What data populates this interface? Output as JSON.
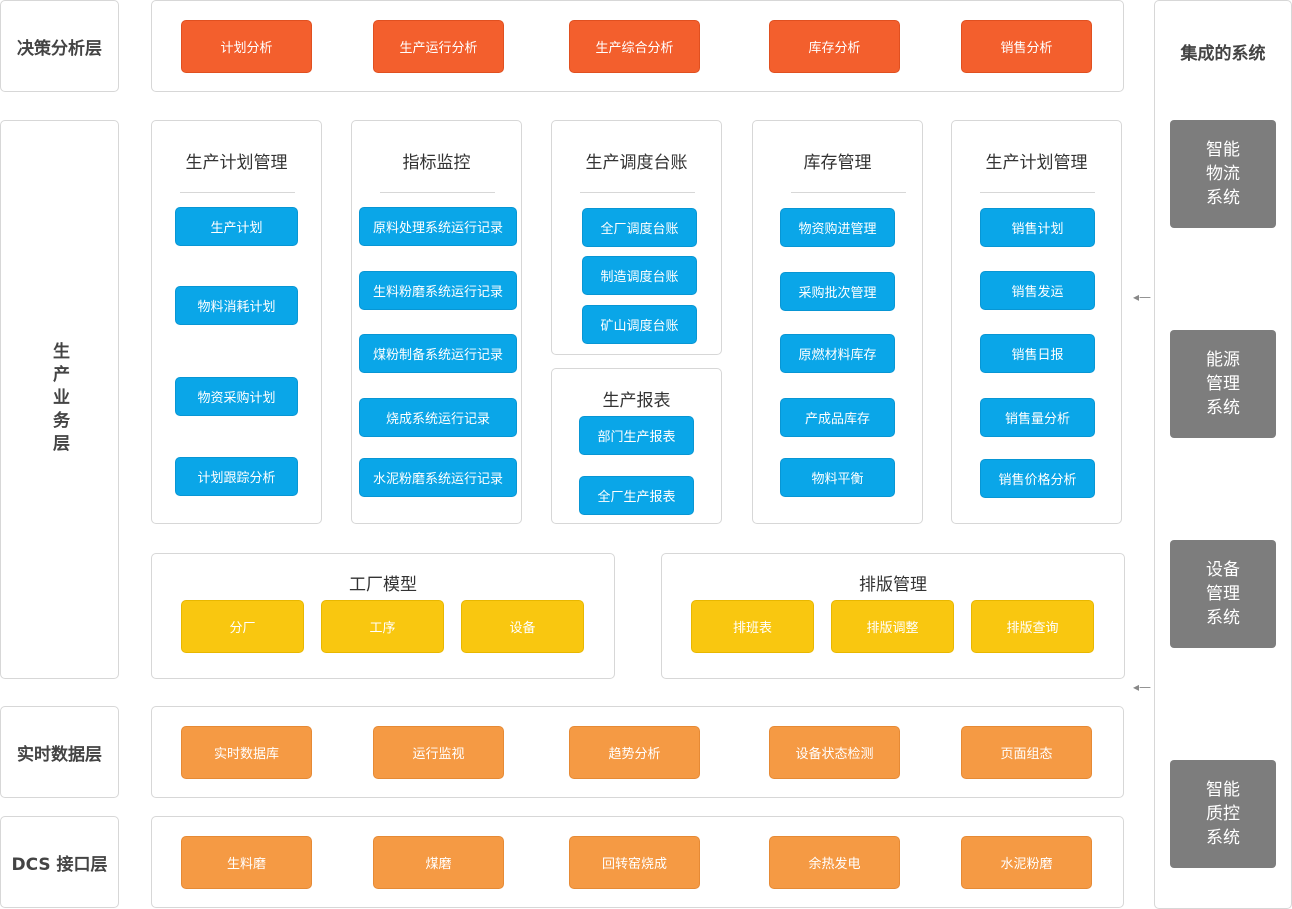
{
  "layers": {
    "decision": "决策分析层",
    "business": "生产业务层",
    "realtime": "实时数据层",
    "dcs": "DCS 接口层"
  },
  "decision_items": [
    "计划分析",
    "生产运行分析",
    "生产综合分析",
    "库存分析",
    "销售分析"
  ],
  "cards": [
    {
      "title": "生产计划管理",
      "items": [
        "生产计划",
        "物料消耗计划",
        "物资采购计划",
        "计划跟踪分析"
      ]
    },
    {
      "title": "指标监控",
      "items": [
        "原料处理系统运行记录",
        "生料粉磨系统运行记录",
        "煤粉制备系统运行记录",
        "烧成系统运行记录",
        "水泥粉磨系统运行记录"
      ]
    },
    {
      "title": "生产调度台账",
      "items": [
        "全厂调度台账",
        "制造调度台账",
        "矿山调度台账"
      ]
    },
    {
      "title": "生产报表",
      "items": [
        "部门生产报表",
        "全厂生产报表"
      ]
    },
    {
      "title": "库存管理",
      "items": [
        "物资购进管理",
        "采购批次管理",
        "原燃材料库存",
        "产成品库存",
        "物料平衡"
      ]
    },
    {
      "title": "生产计划管理",
      "items": [
        "销售计划",
        "销售发运",
        "销售日报",
        "销售量分析",
        "销售价格分析"
      ]
    }
  ],
  "factory": {
    "title": "工厂模型",
    "items": [
      "分厂",
      "工序",
      "设备"
    ]
  },
  "schedule": {
    "title": "排版管理",
    "items": [
      "排班表",
      "排版调整",
      "排版查询"
    ]
  },
  "realtime_items": [
    "实时数据库",
    "运行监视",
    "趋势分析",
    "设备状态检测",
    "页面组态"
  ],
  "dcs_items": [
    "生料磨",
    "煤磨",
    "回转窑烧成",
    "余热发电",
    "水泥粉磨"
  ],
  "integrated": {
    "title": "集成的系统",
    "systems": [
      "智能物流系统",
      "能源管理系统",
      "设备管理系统",
      "智能质控系统"
    ]
  },
  "colors": {
    "red": "#f35f2d",
    "orange": "#f59a44",
    "blue": "#0aa6e8",
    "yellow": "#f9c710",
    "gray": "#7d7d7d"
  }
}
